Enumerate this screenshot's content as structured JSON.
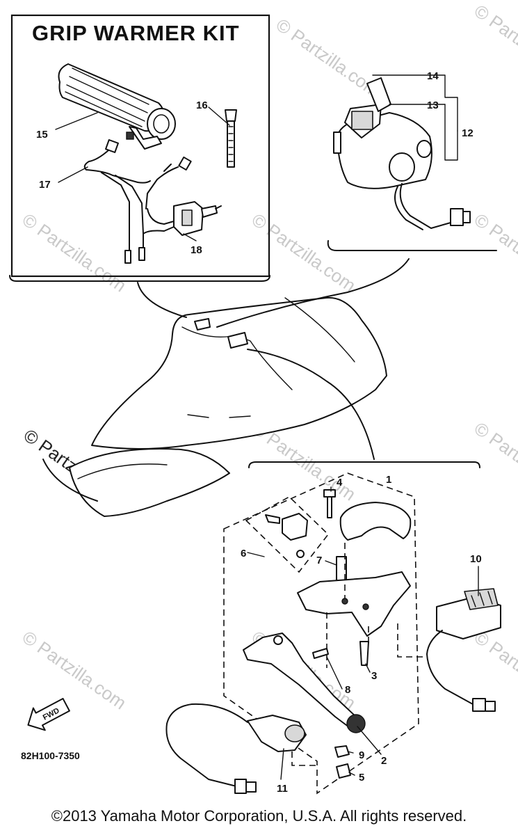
{
  "kit": {
    "title": "GRIP WARMER KIT"
  },
  "diagram_code": "82H100-7350",
  "fwd_label": "FWD",
  "copyright": "©2013 Yamaha Motor Corporation, U.S.A. All rights reserved.",
  "watermark": {
    "text": "© Partzilla.com",
    "prominent_text": "© Partzilla.com"
  },
  "callouts": [
    "1",
    "2",
    "3",
    "4",
    "5",
    "6",
    "7",
    "8",
    "9",
    "10",
    "11",
    "12",
    "13",
    "14",
    "15",
    "16",
    "17",
    "18"
  ]
}
